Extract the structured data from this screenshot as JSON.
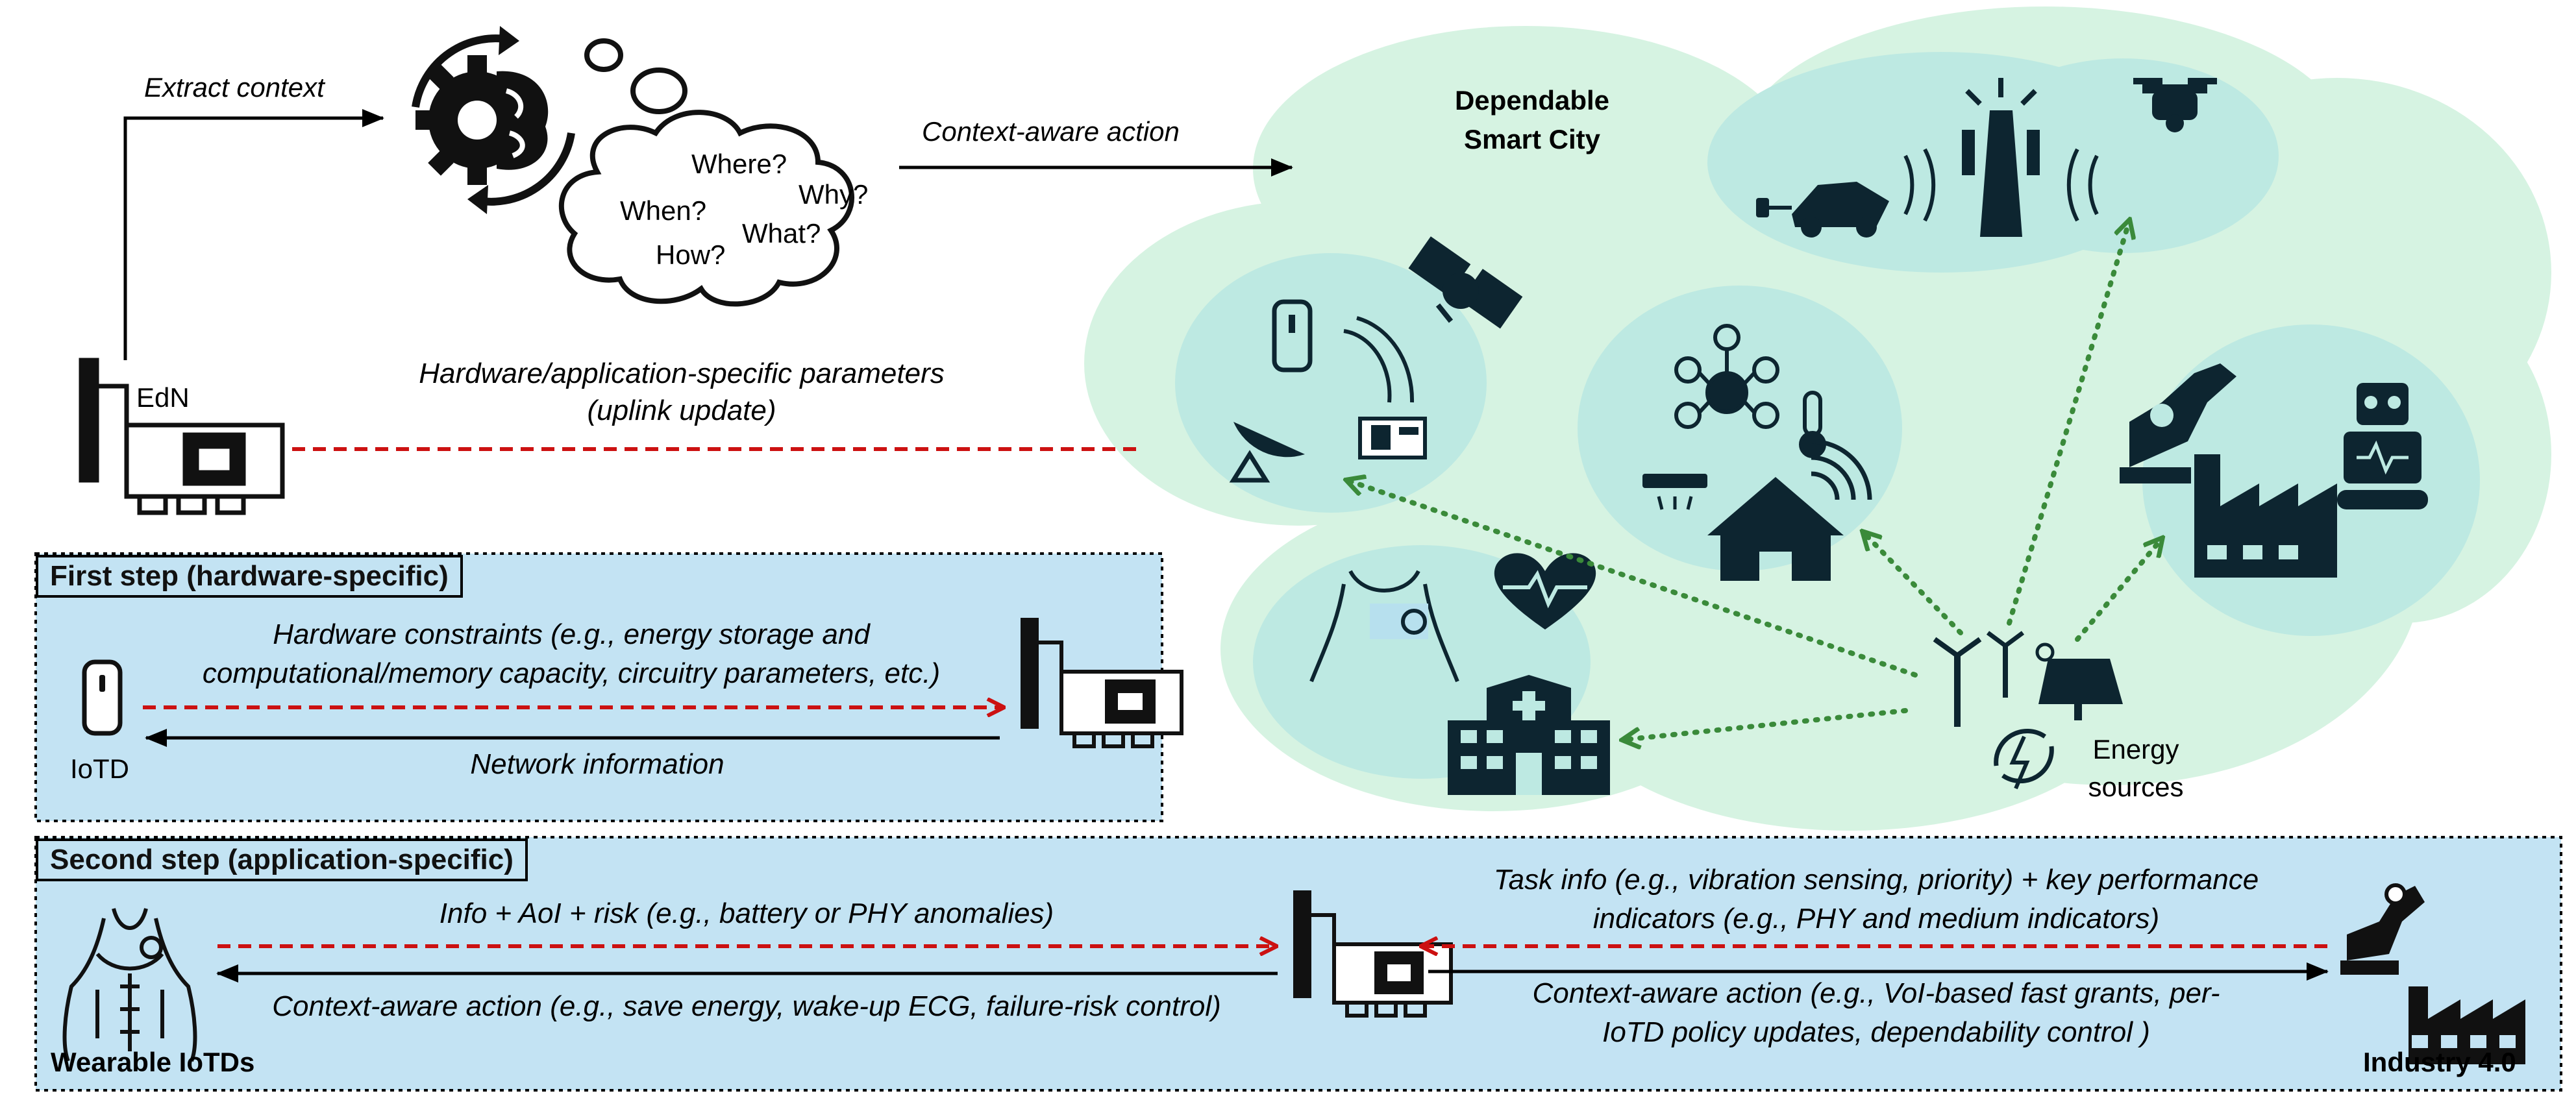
{
  "top": {
    "extract_context": "Extract context",
    "context_aware_action": "Context-aware action",
    "questions": [
      "Where?",
      "When?",
      "Why?",
      "What?",
      "How?"
    ],
    "uplink_line1": "Hardware/application-specific parameters",
    "uplink_line2": "(uplink update)",
    "edn_label": "EdN"
  },
  "city": {
    "title_line1": "Dependable",
    "title_line2": "Smart City",
    "energy_line1": "Energy",
    "energy_line2": "sources"
  },
  "step1": {
    "title": "First step (hardware-specific)",
    "constraints_line1": "Hardware constraints (e.g., energy storage and",
    "constraints_line2": "computational/memory capacity, circuitry parameters, etc.)",
    "network_info": "Network information",
    "iotd_label": "IoTD"
  },
  "step2": {
    "title": "Second step (application-specific)",
    "left_uplink": "Info + AoI + risk (e.g., battery or PHY anomalies)",
    "left_downlink": "Context-aware action (e.g., save energy, wake-up ECG, failure-risk control)",
    "right_uplink_line1": "Task info (e.g., vibration sensing, priority) + key performance",
    "right_uplink_line2": "indicators (e.g., PHY and medium indicators)",
    "right_downlink_line1": "Context-aware action (e.g., VoI-based fast grants, per-",
    "right_downlink_line2": "IoTD policy updates, dependability control )",
    "wearable_label": "Wearable IoTDs",
    "industry_label": "Industry 4.0"
  },
  "colors": {
    "panel_fill": "#c3e3f3",
    "cloud_outer": "#d6f3e2",
    "cloud_inner": "#bde9e2",
    "uplink_dash": "#cc1111",
    "green_dot": "#3a8a3a",
    "icon_dark": "#0d2530"
  }
}
